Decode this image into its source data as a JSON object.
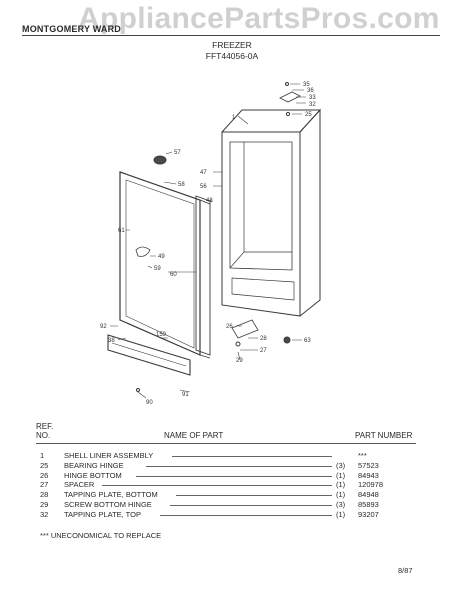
{
  "header": {
    "brand": "MONTGOMERY WARD",
    "watermark": "AppliancePartsPros.com",
    "product": "FREEZER",
    "model": "FFT44056-0A"
  },
  "diagram": {
    "callouts": [
      "35",
      "36",
      "33",
      "32",
      "25",
      "1",
      "57",
      "58",
      "47",
      "56",
      "48",
      "61",
      "49",
      "59",
      "60",
      "26",
      "28",
      "27",
      "29",
      "63",
      "92",
      "159",
      "38",
      "91",
      "90"
    ]
  },
  "table": {
    "ref_header": "REF.\nNO.",
    "name_header": "NAME OF PART",
    "pn_header": "PART NUMBER",
    "rows": [
      {
        "no": "1",
        "name": "SHELL LINER ASSEMBLY",
        "qty": "",
        "pn": "***"
      },
      {
        "no": "25",
        "name": "BEARING HINGE",
        "qty": "(3)",
        "pn": "57523"
      },
      {
        "no": "26",
        "name": "HINGE BOTTOM",
        "qty": "(1)",
        "pn": "84943"
      },
      {
        "no": "27",
        "name": "SPACER",
        "qty": "(1)",
        "pn": "120978"
      },
      {
        "no": "28",
        "name": "TAPPING PLATE, BOTTOM",
        "qty": "(1)",
        "pn": "84948"
      },
      {
        "no": "29",
        "name": "SCREW BOTTOM HINGE",
        "qty": "(3)",
        "pn": "85893"
      },
      {
        "no": "32",
        "name": "TAPPING PLATE, TOP",
        "qty": "(1)",
        "pn": "93207"
      }
    ]
  },
  "note": "***   UNECONOMICAL TO REPLACE",
  "footer": {
    "date": "8/87"
  }
}
